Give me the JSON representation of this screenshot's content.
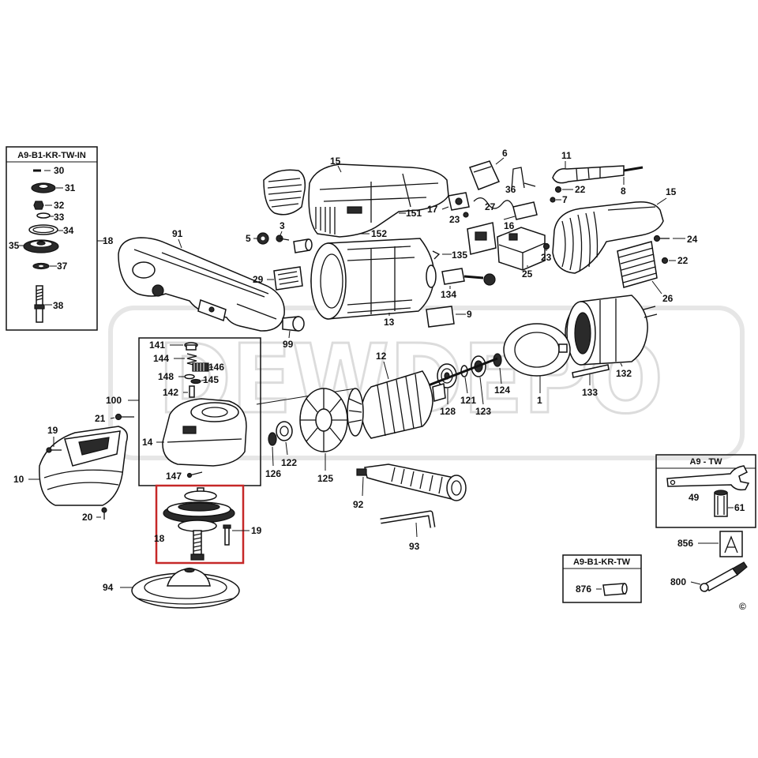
{
  "watermark": "DEWDEPO",
  "colors": {
    "line": "#111111",
    "highlight": "#c62828",
    "watermark": "#dcdcdc"
  },
  "kit_in": {
    "title": "A9-B1-KR-TW-IN",
    "labels": {
      "p30": "30",
      "p31": "31",
      "p32": "32",
      "p33": "33",
      "p34": "34",
      "p35": "35",
      "p37": "37",
      "p38": "38"
    }
  },
  "main": {
    "labels": {
      "p18": "18",
      "p91": "91",
      "p15a": "15",
      "p6": "6",
      "p11": "11",
      "p36": "36",
      "p22a": "22",
      "p8": "8",
      "p15b": "15",
      "p17": "17",
      "p23a": "23",
      "p27": "27",
      "p16": "16",
      "p7": "7",
      "p151": "151",
      "p152": "152",
      "p5": "5",
      "p3": "3",
      "p135": "135",
      "p24": "24",
      "p23b": "23",
      "p22b": "22",
      "p29": "29",
      "p25": "25",
      "p26": "26",
      "p134": "134",
      "p9": "9",
      "p13": "13",
      "p99": "99",
      "p12": "12",
      "p132": "132",
      "p141": "141",
      "p144": "144",
      "p146": "146",
      "p148": "148",
      "p145": "145",
      "p142": "142",
      "p100": "100",
      "p21": "21",
      "p14": "14",
      "p19a": "19",
      "p10": "10",
      "p20": "20",
      "p147": "147",
      "p128": "128",
      "p121": "121",
      "p123": "123",
      "p124": "124",
      "p1": "1",
      "p133": "133",
      "p126": "126",
      "p122": "122",
      "p125": "125",
      "p92": "92",
      "p18b": "18",
      "p19b": "19",
      "p93": "93",
      "p94": "94"
    }
  },
  "kit_tw": {
    "title": "A9 - TW",
    "labels": {
      "p49": "49",
      "p61": "61"
    }
  },
  "kit_kr_tw": {
    "title": "A9-B1-KR-TW",
    "labels": {
      "p876": "876"
    }
  },
  "extras": {
    "p856": "856",
    "p800": "800"
  },
  "copyright": "©"
}
